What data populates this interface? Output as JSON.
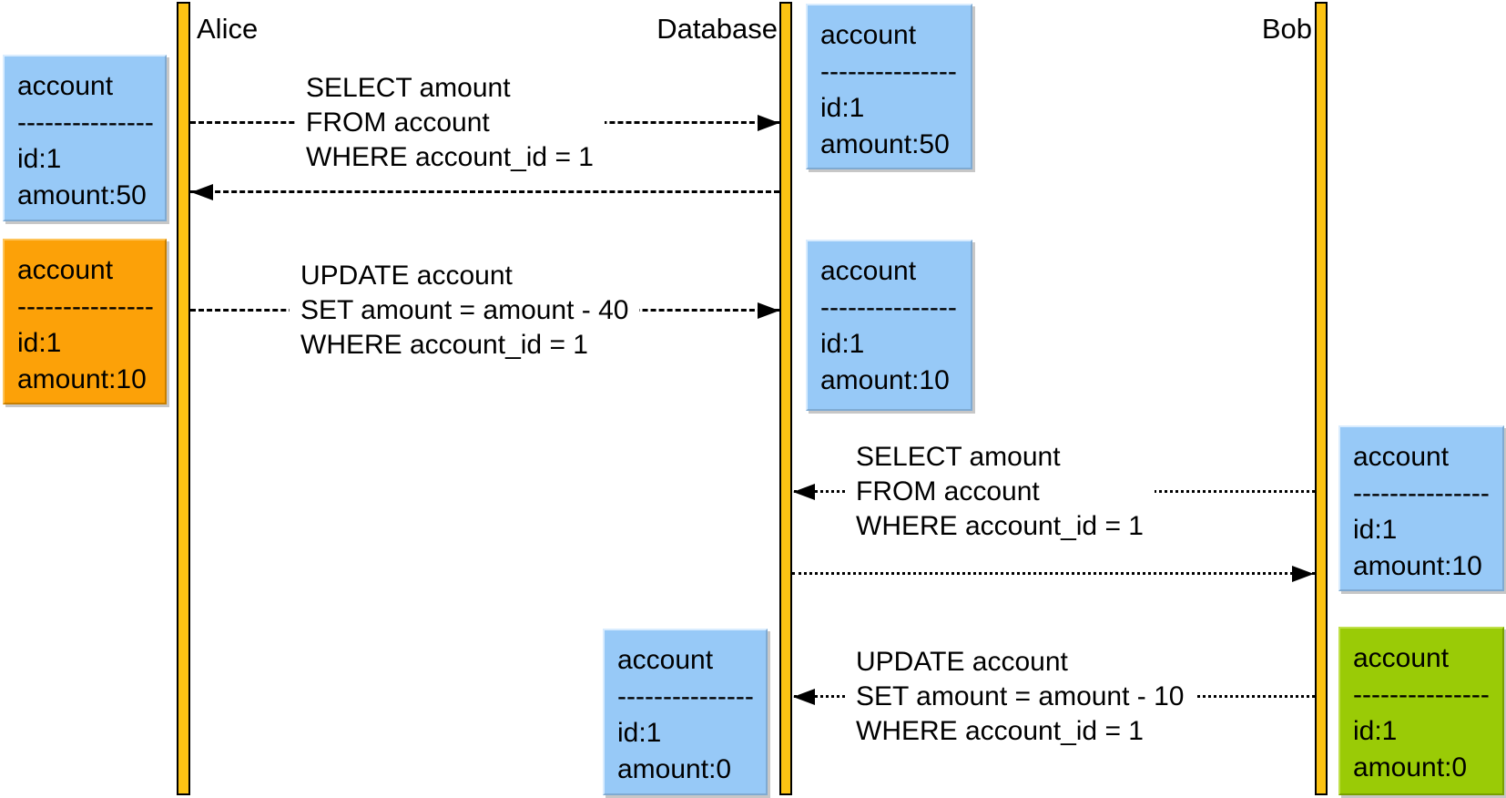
{
  "actors": [
    {
      "name": "Alice"
    },
    {
      "name": "Database"
    },
    {
      "name": "Bob"
    }
  ],
  "messages": [
    {
      "from": "Alice",
      "to": "Database",
      "type": "request",
      "style": "dashed",
      "line1": "SELECT amount",
      "line2": "FROM account",
      "line3": "WHERE account_id = 1"
    },
    {
      "from": "Database",
      "to": "Alice",
      "type": "return",
      "style": "dashed"
    },
    {
      "from": "Alice",
      "to": "Database",
      "type": "request",
      "style": "dashed",
      "line1": "UPDATE account",
      "line2": "SET amount = amount - 40",
      "line3": "WHERE account_id = 1"
    },
    {
      "from": "Bob",
      "to": "Database",
      "type": "request",
      "style": "dotted",
      "line1": "SELECT amount",
      "line2": "FROM account",
      "line3": "WHERE account_id = 1"
    },
    {
      "from": "Database",
      "to": "Bob",
      "type": "return",
      "style": "dotted"
    },
    {
      "from": "Bob",
      "to": "Database",
      "type": "request",
      "style": "dotted",
      "line1": "UPDATE account",
      "line2": "SET amount = amount - 10",
      "line3": "WHERE account_id = 1"
    }
  ],
  "state_boxes": [
    {
      "owner": "Alice",
      "title": "account",
      "separator": "---------------",
      "field1": "id:1",
      "field2": "amount:50",
      "color": "#97C9F7"
    },
    {
      "owner": "Alice",
      "title": "account",
      "separator": "---------------",
      "field1": "id:1",
      "field2": "amount:10",
      "color": "#FCA108"
    },
    {
      "owner": "Database",
      "title": "account",
      "separator": "---------------",
      "field1": "id:1",
      "field2": "amount:50",
      "color": "#97C9F7"
    },
    {
      "owner": "Database",
      "title": "account",
      "separator": "---------------",
      "field1": "id:1",
      "field2": "amount:10",
      "color": "#97C9F7"
    },
    {
      "owner": "Database",
      "title": "account",
      "separator": "---------------",
      "field1": "id:1",
      "field2": "amount:0",
      "color": "#97C9F7"
    },
    {
      "owner": "Bob",
      "title": "account",
      "separator": "---------------",
      "field1": "id:1",
      "field2": "amount:10",
      "color": "#97C9F7"
    },
    {
      "owner": "Bob",
      "title": "account",
      "separator": "---------------",
      "field1": "id:1",
      "field2": "amount:0",
      "color": "#9ACB06"
    }
  ],
  "colors": {
    "background": "#FFFFFF",
    "lifeline": "#FCC313",
    "blue_box": "#97C9F7",
    "orange_box": "#FCA108",
    "green_box": "#9ACB06",
    "line": "#000000"
  }
}
